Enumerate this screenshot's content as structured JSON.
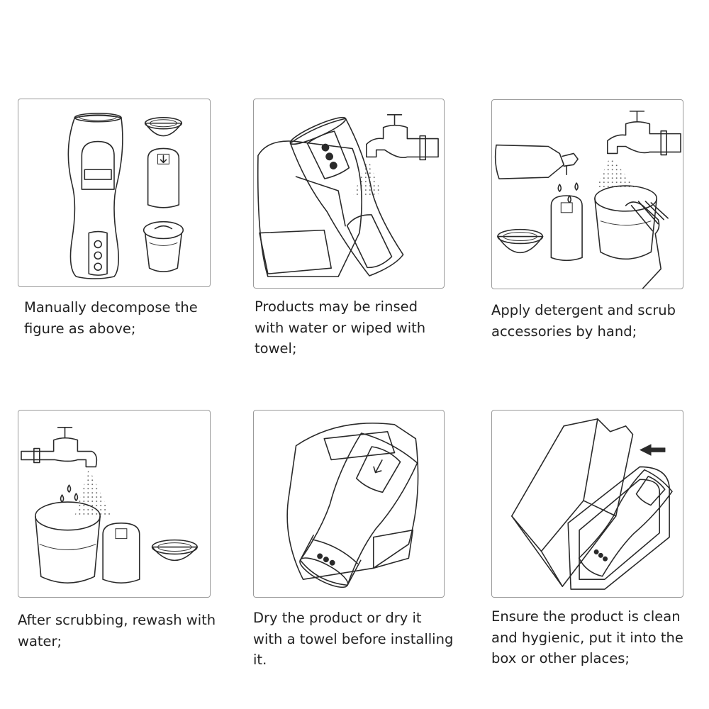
{
  "steps": [
    {
      "icon": "disassembled-product-icon",
      "lines": [
        "Manually decompose the",
        "figure as above;"
      ]
    },
    {
      "icon": "rinse-under-tap-icon",
      "lines": [
        "Products may be rinsed",
        "with water or wiped with",
        "towel;"
      ]
    },
    {
      "icon": "detergent-scrub-icon",
      "lines": [
        "Apply detergent and scrub",
        "accessories by hand;"
      ]
    },
    {
      "icon": "rewash-accessories-icon",
      "lines": [
        "After scrubbing, rewash with",
        "water;"
      ]
    },
    {
      "icon": "towel-dry-icon",
      "lines": [
        "Dry the product or dry it",
        "with a towel before installing",
        "it."
      ]
    },
    {
      "icon": "store-in-box-icon",
      "lines": [
        "Ensure the product is clean",
        "and hygienic, put it into the",
        "box or other places;"
      ]
    }
  ]
}
